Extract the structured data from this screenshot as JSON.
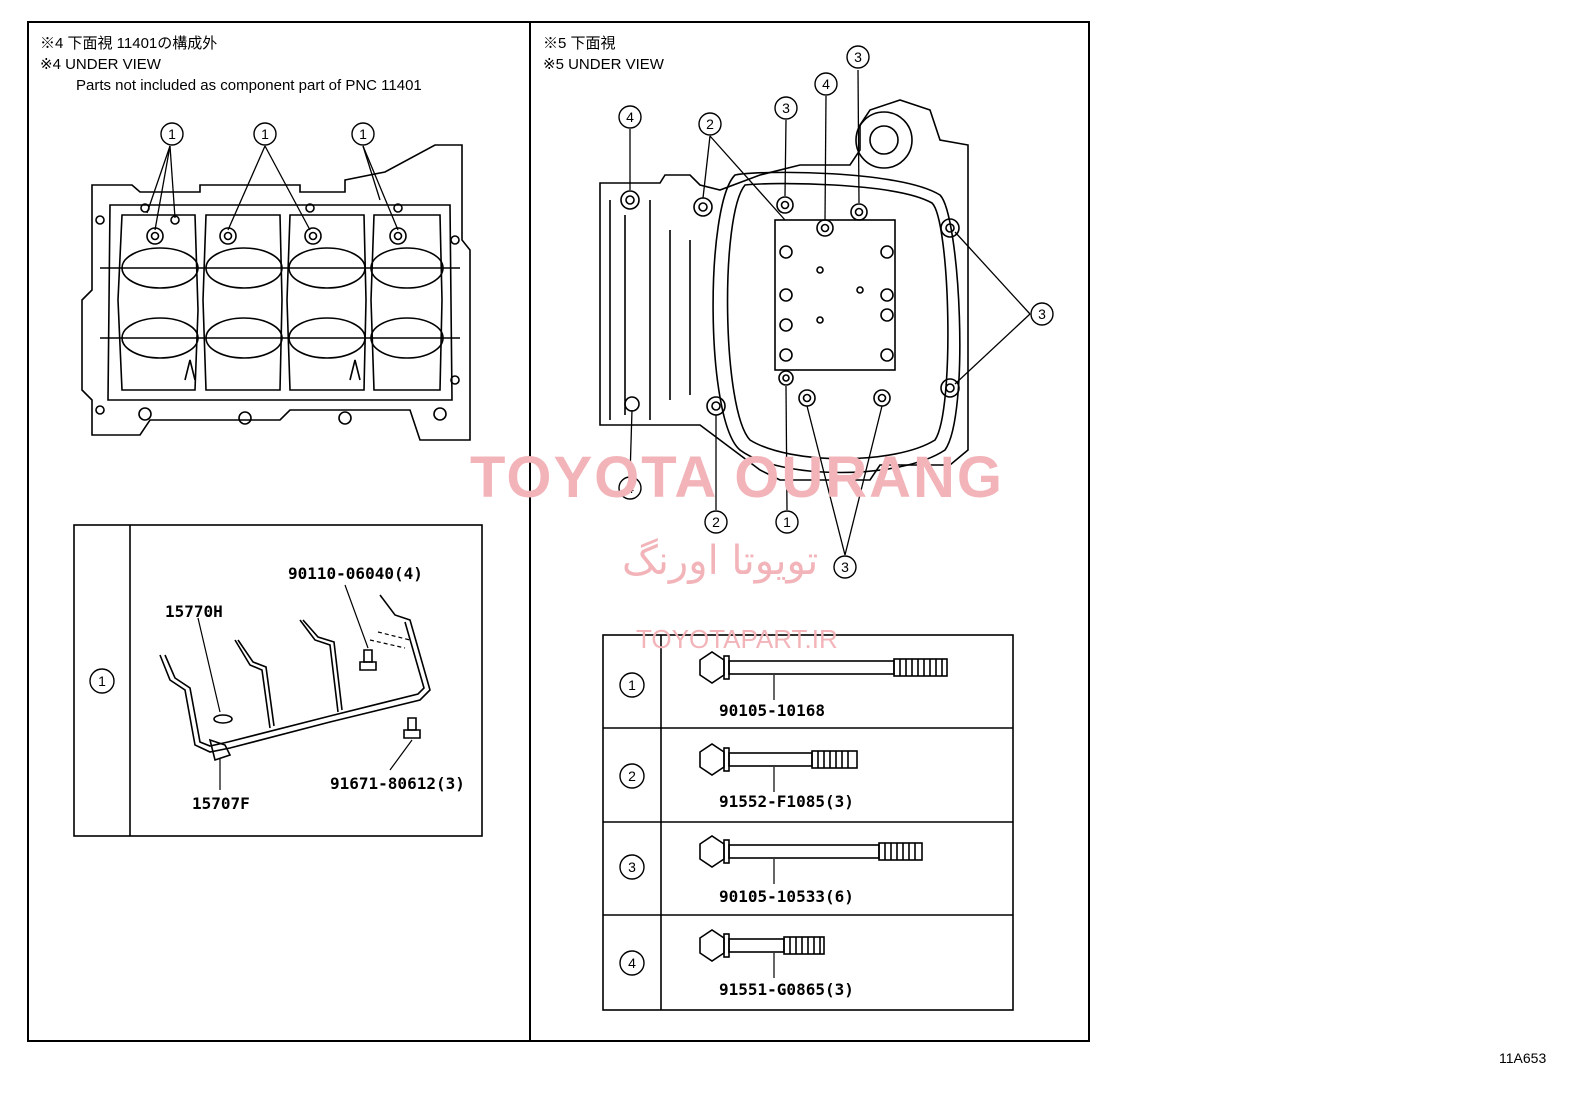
{
  "left_panel": {
    "header_line1": "※4 下面視 11401の構成外",
    "header_line2": "※4 UNDER VIEW",
    "header_line3": "Parts not included as component part of PNC 11401",
    "callout_number": "1",
    "detail_box": {
      "row_number": "1",
      "part_labels": [
        "15770H",
        "90110-06040(4)",
        "15707F",
        "91671-80612(3)"
      ]
    }
  },
  "right_panel": {
    "header_line1": "※5 下面視",
    "header_line2": "※5 UNDER VIEW",
    "callouts": [
      "1",
      "2",
      "3",
      "4"
    ],
    "bolt_table": [
      {
        "num": "1",
        "part": "90105-10168"
      },
      {
        "num": "2",
        "part": "91552-F1085(3)"
      },
      {
        "num": "3",
        "part": "90105-10533(6)"
      },
      {
        "num": "4",
        "part": "91551-G0865(3)"
      }
    ]
  },
  "watermark": {
    "line1": "TOYOTA OURANG",
    "line2": "تویوتا اورنگ",
    "line3": "TOYOTAPART.IR"
  },
  "figure_code": "11A653",
  "colors": {
    "watermark": "#f2b4b9",
    "line": "#000000"
  }
}
